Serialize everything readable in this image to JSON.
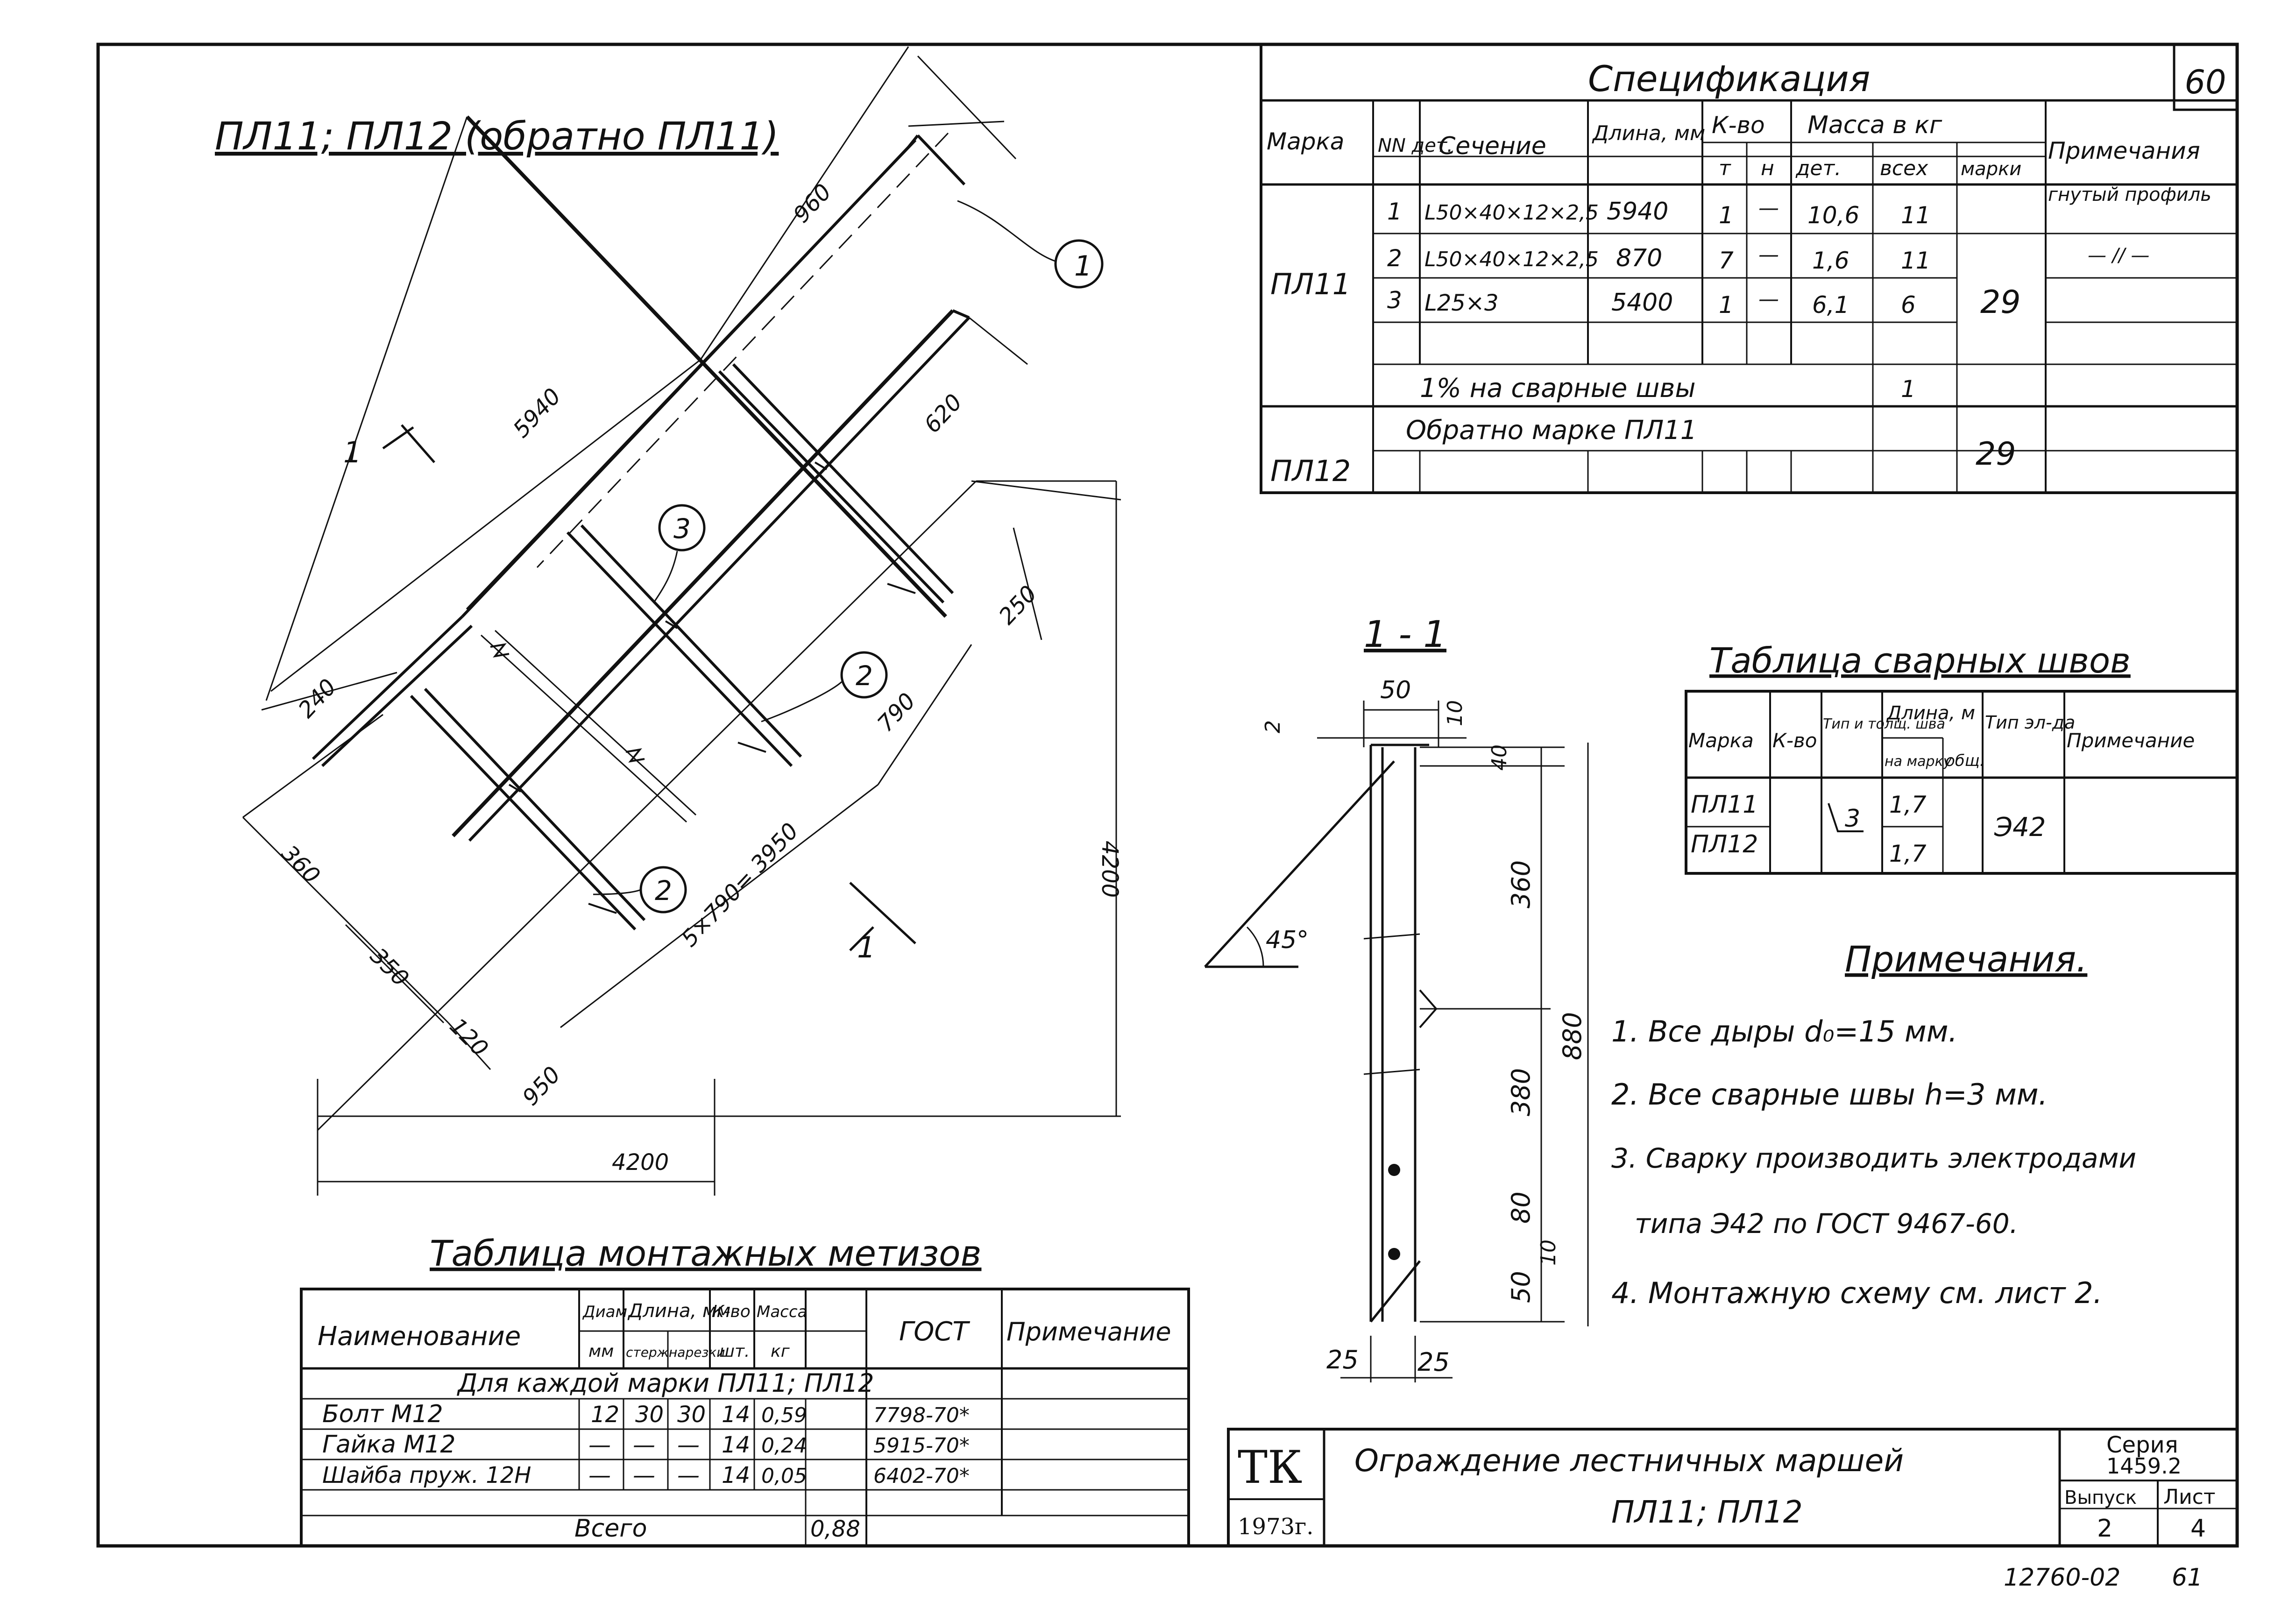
{
  "sheet_number": "60",
  "main_view": {
    "title": "ПЛ11; ПЛ12 (обратно ПЛ11)",
    "dims": {
      "d5940": "5940",
      "d960": "960",
      "d620": "620",
      "d250": "250",
      "d790": "790",
      "d240": "240",
      "d360": "360",
      "d350": "350",
      "d120": "120",
      "d950": "950",
      "d5x790": "5×790= 3950",
      "d4200v": "4200",
      "d4200h": "4200"
    },
    "callouts": [
      "1",
      "3",
      "2",
      "2"
    ],
    "section_mark": "1"
  },
  "spec_table": {
    "title": "Спецификация",
    "headers": {
      "marka": "Марка",
      "nn": "NN дет.",
      "sechenie": "Сечение",
      "dlina": "Длина, мм",
      "kvo": "К-во",
      "t": "т",
      "n": "н",
      "massa": "Масса в кг",
      "det": "дет.",
      "vseh": "всех",
      "marki": "марки",
      "prim": "Примечания"
    },
    "rows": [
      {
        "marka": "ПЛ11",
        "n": "1",
        "sec": "L50×40×12×2,5",
        "len": "5940",
        "t": "1",
        "nn": "—",
        "m_det": "10,6",
        "m_all": "11",
        "prim": "гнутый профиль"
      },
      {
        "n": "2",
        "sec": "L50×40×12×2,5",
        "len": "870",
        "t": "7",
        "nn": "—",
        "m_det": "1,6",
        "m_all": "11",
        "prim": "— // —"
      },
      {
        "n": "3",
        "sec": "L25×3",
        "len": "5400",
        "t": "1",
        "nn": "—",
        "m_det": "6,1",
        "m_all": "6"
      }
    ],
    "pl11_total": "29",
    "weld_row": "1% на сварные швы",
    "weld_mass": "1",
    "pl12_marka": "ПЛ12",
    "pl12_text": "Обратно марке ПЛ11",
    "pl12_total": "29"
  },
  "section_view": {
    "title": "1 - 1",
    "dims": {
      "w50": "50",
      "d2": "2",
      "d10": "10",
      "d40": "40",
      "d360": "360",
      "d880": "880",
      "d380": "380",
      "d80": "80",
      "d10b": "10",
      "d50": "50",
      "d25a": "25",
      "d25b": "25",
      "angle": "45°"
    }
  },
  "weld_table": {
    "title": "Таблица сварных швов",
    "headers": {
      "marka": "Марка",
      "kvo": "К-во",
      "tip": "Тип и толщ. шва",
      "dlina": "Длина, м",
      "na_marku": "на марку",
      "obsh": "общ.",
      "tip_el": "Тип эл-да",
      "prim": "Примечание"
    },
    "marks": [
      "ПЛ11",
      "ПЛ12"
    ],
    "thickness": "3",
    "lengths": [
      "1,7",
      "1,7"
    ],
    "electrode": "Э42"
  },
  "notes": {
    "title": "Примечания.",
    "items": [
      "1. Все дыры d₀=15 мм.",
      "2. Все сварные швы h=3 мм.",
      "3. Сварку производить электродами",
      "типа Э42 по ГОСТ 9467-60.",
      "4. Монтажную схему см. лист 2."
    ]
  },
  "hardware_table": {
    "title": "Таблица монтажных метизов",
    "headers": {
      "name": "Наименование",
      "diam": "Диам.",
      "mm": "мм",
      "dlina": "Длина, мм",
      "sterzh": "стержн.",
      "narezki": "нарезки",
      "kvo": "К-во",
      "sht": "шт.",
      "massa": "Масса",
      "kg": "кг",
      "gost": "ГОСТ",
      "prim": "Примечание"
    },
    "group_row": "Для каждой марки ПЛ11; ПЛ12",
    "rows": [
      {
        "name": "Болт М12",
        "d": "12",
        "ls": "30",
        "ln": "30",
        "q": "14",
        "m": "0,59",
        "g": "7798-70*"
      },
      {
        "name": "Гайка М12",
        "d": "—",
        "ls": "—",
        "ln": "—",
        "q": "14",
        "m": "0,24",
        "g": "5915-70*"
      },
      {
        "name": "Шайба пруж. 12Н",
        "d": "—",
        "ls": "—",
        "ln": "—",
        "q": "14",
        "m": "0,05",
        "g": "6402-70*"
      }
    ],
    "total_label": "Всего",
    "total_mass": "0,88"
  },
  "title_block": {
    "org": "ТК",
    "year": "1973г.",
    "title1": "Ограждение лестничных маршей",
    "title2": "ПЛ11; ПЛ12",
    "series_label": "Серия",
    "series": "1459.2",
    "issue_label": "Выпуск",
    "issue": "2",
    "sheet_label": "Лист",
    "sheet": "4"
  },
  "bottom_codes": {
    "code": "12760-02",
    "num": "61"
  }
}
